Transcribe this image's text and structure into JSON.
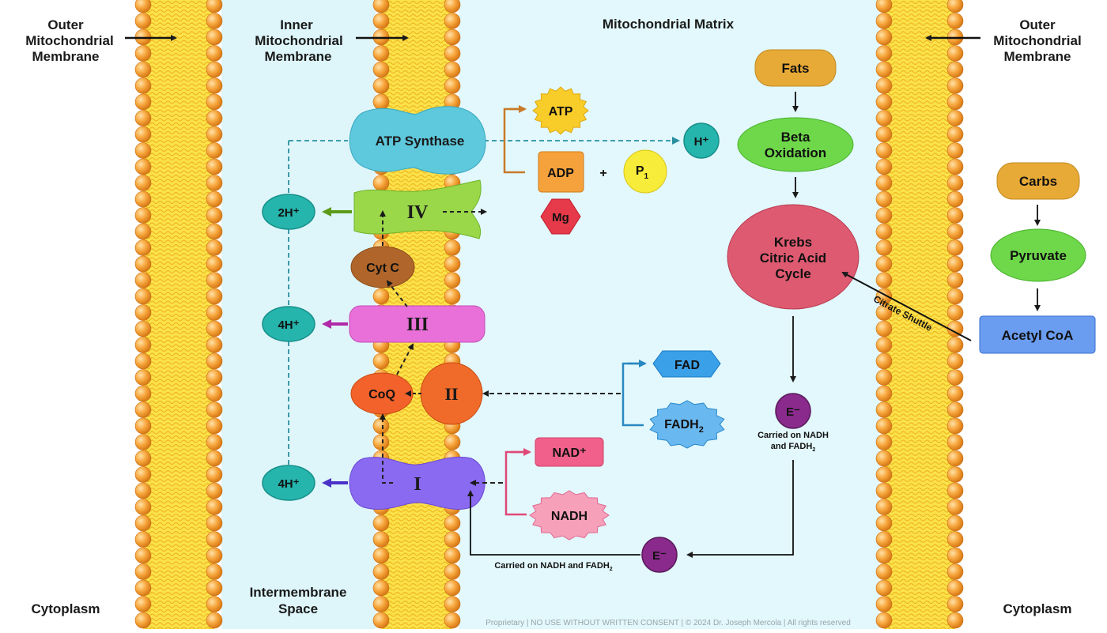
{
  "regions": {
    "outer_membrane_left": [
      "Outer",
      "Mitochondrial",
      "Membrane"
    ],
    "inner_membrane": [
      "Inner",
      "Mitochondrial",
      "Membrane"
    ],
    "matrix": "Mitochondrial Matrix",
    "outer_membrane_right": [
      "Outer",
      "Mitochondrial",
      "Membrane"
    ],
    "cytoplasm_left": "Cytoplasm",
    "cytoplasm_right": "Cytoplasm",
    "intermembrane": [
      "Intermembrane",
      "Space"
    ]
  },
  "complexes": {
    "atp_synthase": "ATP Synthase",
    "complex_iv": "IV",
    "complex_iii": "III",
    "complex_ii": "II",
    "complex_i": "I",
    "cyt_c": "Cyt C",
    "coq": "CoQ"
  },
  "protons": {
    "h_plus": "H⁺",
    "two_h": "2H⁺",
    "four_h_iii": "4H⁺",
    "four_h_i": "4H⁺"
  },
  "molecules": {
    "atp": "ATP",
    "adp": "ADP",
    "plus": "+",
    "pi_main": "P",
    "pi_sub": "1",
    "mg": "Mg",
    "fad": "FAD",
    "fadh2_main": "FADH",
    "fadh2_sub": "2",
    "nad": "NAD⁺",
    "nadh": "NADH"
  },
  "pathway": {
    "fats": "Fats",
    "beta_oxidation": [
      "Beta",
      "Oxidation"
    ],
    "krebs": [
      "Krebs",
      "Citric Acid",
      "Cycle"
    ],
    "carbs": "Carbs",
    "pyruvate": "Pyruvate",
    "acetyl_coa": "Acetyl CoA",
    "citrate_shuttle": "Citrate Shuttle"
  },
  "electrons": {
    "label": "E⁻",
    "carried_upper_line1": "Carried on NADH",
    "carried_upper_line2": "and FADH",
    "carried_lower": "Carried on NADH and FADH",
    "sub": "2"
  },
  "footer": "Proprietary | NO USE WITHOUT WRITTEN CONSENT | © 2024 Dr. Joseph Mercola | All rights reserved",
  "colors": {
    "membrane": "#f8d84a",
    "bead": "#f5a43a",
    "intermembrane": "#def6fa",
    "matrix": "#e2f8fc",
    "proton": "#25b5ac",
    "electron": "#8a2a8c"
  }
}
